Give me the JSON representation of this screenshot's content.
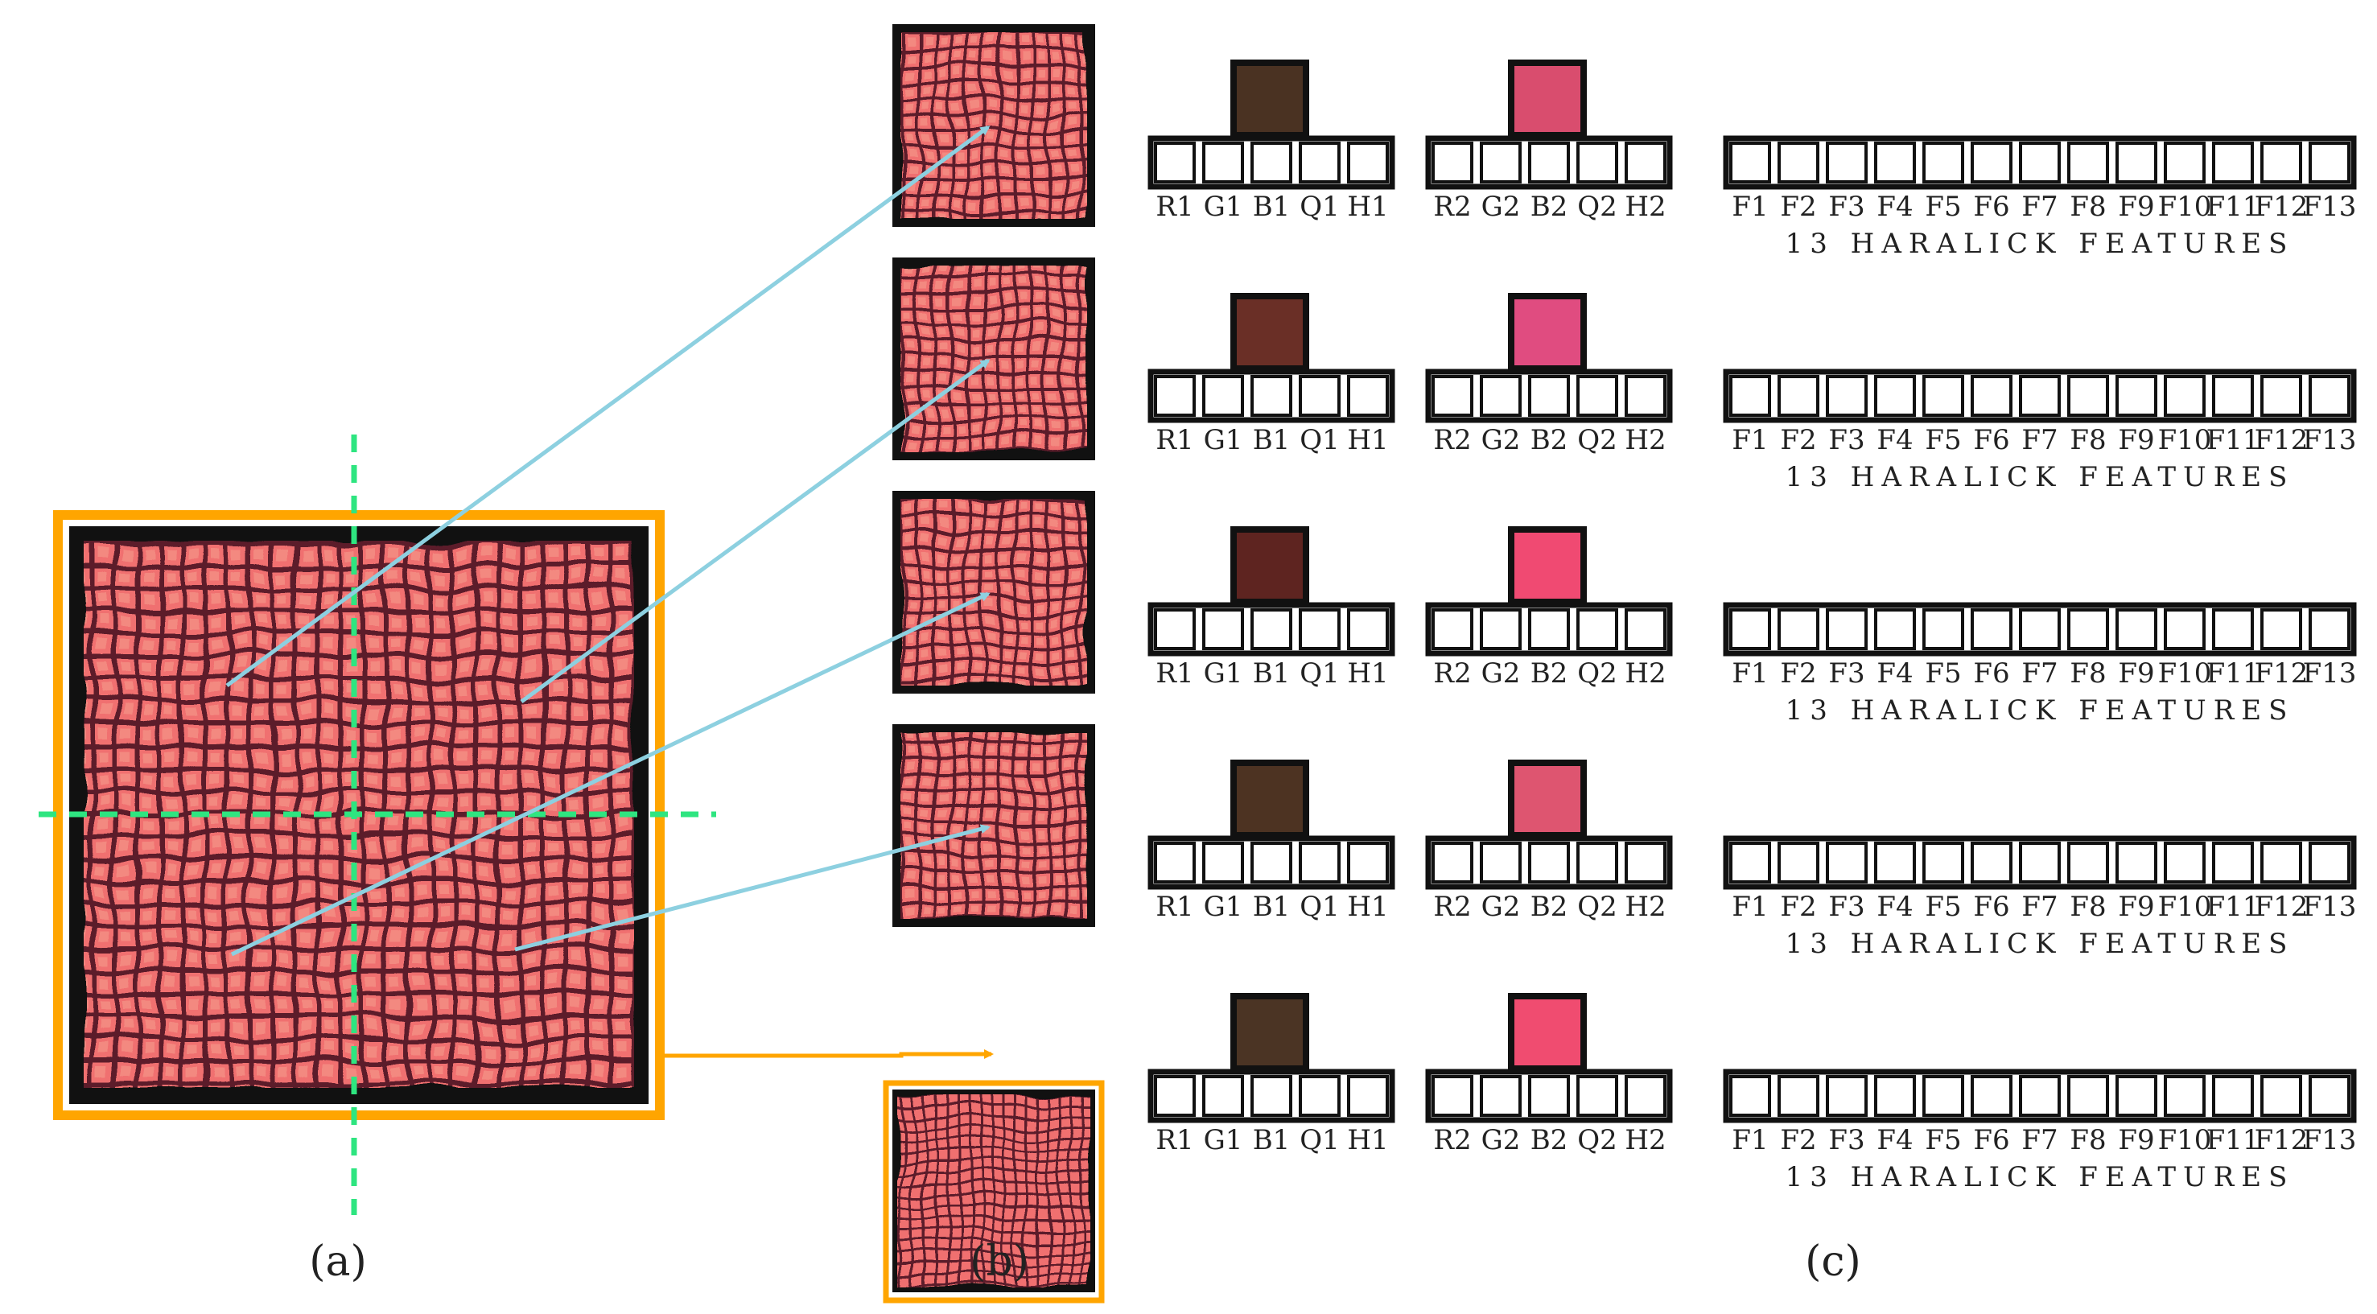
{
  "captions": {
    "a": "(a)",
    "b": "(b)",
    "c": "(c)"
  },
  "colors": {
    "arrow": "#8dd0e0",
    "highlight": "#ffa500",
    "divider": "#2ee580",
    "texture_base": "#f07070",
    "texture_line": "#5b1a2a",
    "frame": "#111111"
  },
  "rows": [
    {
      "primary_color": "#4a3222",
      "secondary_color": "#d94d6e",
      "primary_labels": [
        "R1",
        "G1",
        "B1",
        "Q1",
        "H1"
      ],
      "secondary_labels": [
        "R2",
        "G2",
        "B2",
        "Q2",
        "H2"
      ],
      "haralick_labels": [
        "F1",
        "F2",
        "F3",
        "F4",
        "F5",
        "F6",
        "F7",
        "F8",
        "F9",
        "F10",
        "F11",
        "F12",
        "F13"
      ],
      "haralick_title": "13 HARALICK FEATURES"
    },
    {
      "primary_color": "#6a2f26",
      "secondary_color": "#e04c80",
      "primary_labels": [
        "R1",
        "G1",
        "B1",
        "Q1",
        "H1"
      ],
      "secondary_labels": [
        "R2",
        "G2",
        "B2",
        "Q2",
        "H2"
      ],
      "haralick_labels": [
        "F1",
        "F2",
        "F3",
        "F4",
        "F5",
        "F6",
        "F7",
        "F8",
        "F9",
        "F10",
        "F11",
        "F12",
        "F13"
      ],
      "haralick_title": "13 HARALICK FEATURES"
    },
    {
      "primary_color": "#5e2420",
      "secondary_color": "#f04a72",
      "primary_labels": [
        "R1",
        "G1",
        "B1",
        "Q1",
        "H1"
      ],
      "secondary_labels": [
        "R2",
        "G2",
        "B2",
        "Q2",
        "H2"
      ],
      "haralick_labels": [
        "F1",
        "F2",
        "F3",
        "F4",
        "F5",
        "F6",
        "F7",
        "F8",
        "F9",
        "F10",
        "F11",
        "F12",
        "F13"
      ],
      "haralick_title": "13 HARALICK FEATURES"
    },
    {
      "primary_color": "#4d3322",
      "secondary_color": "#de5570",
      "primary_labels": [
        "R1",
        "G1",
        "B1",
        "Q1",
        "H1"
      ],
      "secondary_labels": [
        "R2",
        "G2",
        "B2",
        "Q2",
        "H2"
      ],
      "haralick_labels": [
        "F1",
        "F2",
        "F3",
        "F4",
        "F5",
        "F6",
        "F7",
        "F8",
        "F9",
        "F10",
        "F11",
        "F12",
        "F13"
      ],
      "haralick_title": "13 HARALICK FEATURES"
    },
    {
      "primary_color": "#4b3424",
      "secondary_color": "#f04c70",
      "primary_labels": [
        "R1",
        "G1",
        "B1",
        "Q1",
        "H1"
      ],
      "secondary_labels": [
        "R2",
        "G2",
        "B2",
        "Q2",
        "H2"
      ],
      "haralick_labels": [
        "F1",
        "F2",
        "F3",
        "F4",
        "F5",
        "F6",
        "F7",
        "F8",
        "F9",
        "F10",
        "F11",
        "F12",
        "F13"
      ],
      "haralick_title": "13 HARALICK FEATURES"
    }
  ]
}
